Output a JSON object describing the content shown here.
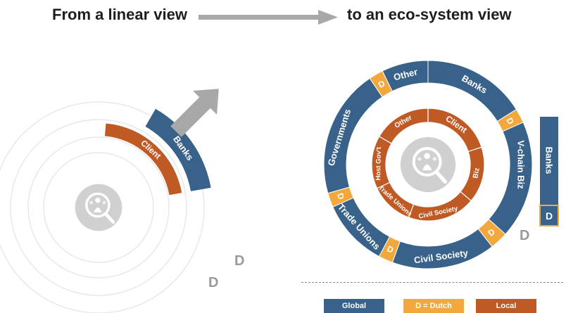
{
  "header": {
    "left_title": "From a linear view",
    "right_title": "to an eco-system view"
  },
  "colors": {
    "global": "#386289",
    "dutch": "#f2a83c",
    "local": "#c05a25",
    "arrow": "#a8a8a8",
    "ring_faint": "#e8e8e8",
    "center_disc": "#d0d0d0"
  },
  "linear_view": {
    "banks_label": "Banks",
    "client_label": "Client",
    "d_markers": [
      "D",
      "D"
    ]
  },
  "ecosystem_view": {
    "outer_segments": [
      "Banks",
      "V-chain Biz",
      "Civil Society",
      "Trade Unions",
      "Governments",
      "Other"
    ],
    "inner_segments": [
      "Client",
      "Biz",
      "Civil Society",
      "Trade Unions",
      "Host Gov't",
      "Other"
    ],
    "dutch_marker": "D",
    "floating_d": "D",
    "side_bar_label": "Banks",
    "side_bar_marker": "D"
  },
  "legend": {
    "global": "Global",
    "dutch": "D = Dutch",
    "local": "Local"
  }
}
